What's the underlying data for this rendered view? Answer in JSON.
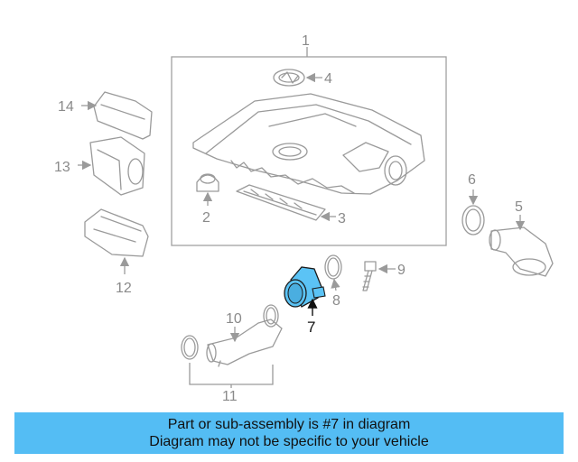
{
  "callouts": {
    "c1": "1",
    "c2": "2",
    "c3": "3",
    "c4": "4",
    "c5": "5",
    "c6": "6",
    "c7": "7",
    "c8": "8",
    "c9": "9",
    "c10": "10",
    "c11": "11",
    "c12": "12",
    "c13": "13",
    "c14": "14"
  },
  "highlight": {
    "part": "7",
    "color": "#5bc3f5"
  },
  "banner": {
    "line1": "Part or sub-assembly is #7 in diagram",
    "line2": "Diagram may not be specific to your vehicle",
    "color": "#54bdf4"
  }
}
